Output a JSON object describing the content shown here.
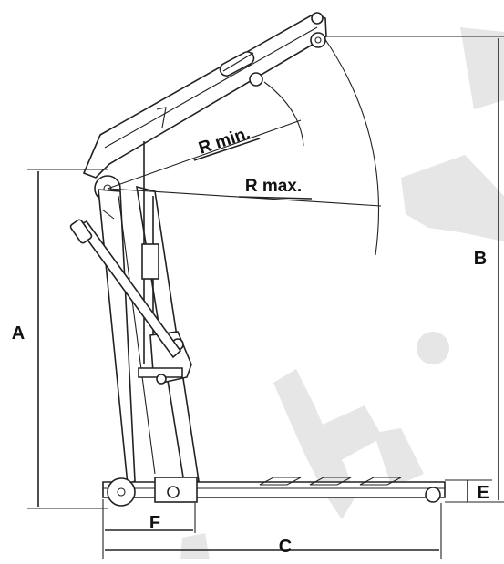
{
  "colors": {
    "line": "#222222",
    "watermark": "#e6e6e6",
    "background": "#ffffff"
  },
  "icons": {
    "watermark": "watermark-logo"
  },
  "labels": {
    "r_min": "R min.",
    "r_max": "R max.",
    "dim_a": "A",
    "dim_b": "B",
    "dim_c": "C",
    "dim_e": "E",
    "dim_f": "F"
  }
}
